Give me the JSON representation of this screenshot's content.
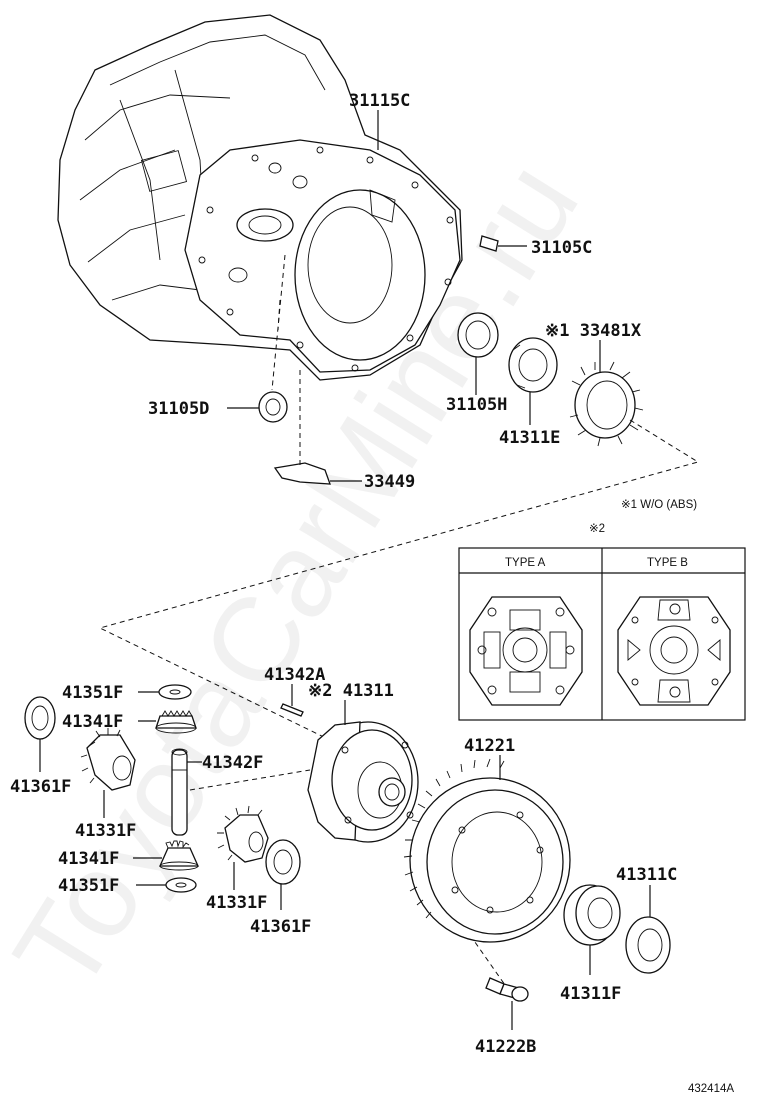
{
  "labels": {
    "p31115C": "31115C",
    "p31105C": "31105C",
    "p33481X": "※1 33481X",
    "p31105D": "31105D",
    "p31105H": "31105H",
    "p41311E": "41311E",
    "p33449": "33449",
    "note1": "※1 W/O (ABS)",
    "note2": "※2",
    "p41342A": "41342A",
    "p41311": "※2 41311",
    "p41351F_a": "41351F",
    "p41341F_a": "41341F",
    "p41342F": "41342F",
    "p41361F_a": "41361F",
    "p41331F_a": "41331F",
    "p41341F_b": "41341F",
    "p41351F_b": "41351F",
    "p41331F_b": "41331F",
    "p41361F_b": "41361F",
    "p41221": "41221",
    "p41311C": "41311C",
    "p41311F": "41311F",
    "p41222B": "41222B",
    "diagram_id": "432414A"
  },
  "inset": {
    "type_a": "TYPE A",
    "type_b": "TYPE B"
  },
  "watermark": "ToyotaCarMine.ru"
}
